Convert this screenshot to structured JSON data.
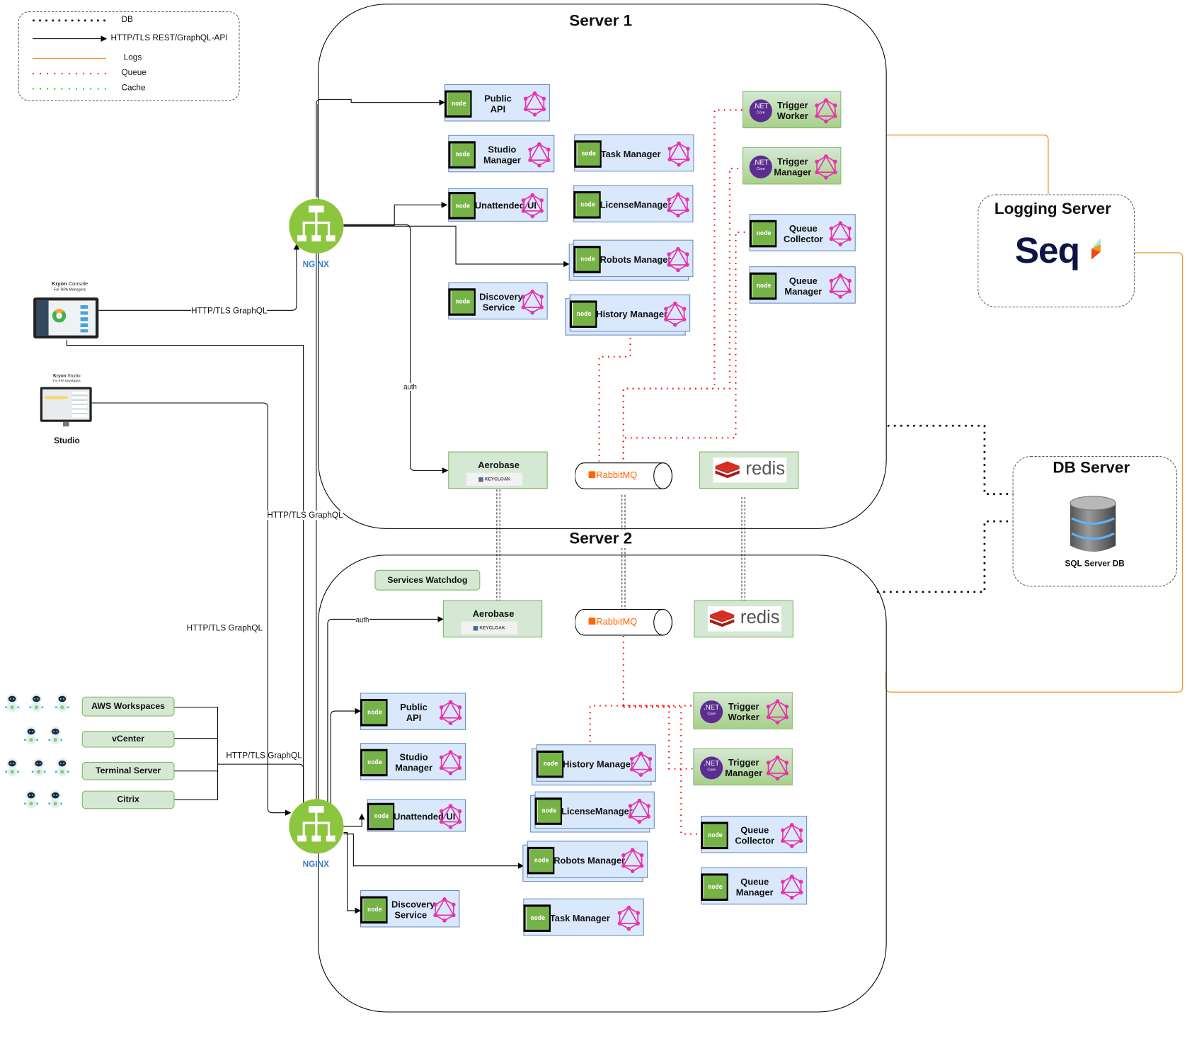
{
  "legend": {
    "items": [
      {
        "label": "DB",
        "style": "dotted-black"
      },
      {
        "label": "HTTP/TLS REST/GraphQL-API",
        "style": "arrow-black"
      },
      {
        "label": "Logs",
        "style": "solid-orange"
      },
      {
        "label": "Queue",
        "style": "dotted-red"
      },
      {
        "label": "Cache",
        "style": "dotted-green"
      }
    ]
  },
  "colors": {
    "logs": "#f0932b",
    "queue": "#ff0000",
    "cache": "#00cc00",
    "db": "#000000",
    "service_fill": "#dae8fc",
    "service_border": "#6c8ebf",
    "green_fill": "#d5e8d4",
    "green_border": "#82b366",
    "graphql": "#e535ab",
    "nginx": "#8cc63f",
    "nginx_label": "#3d7cc9"
  },
  "server1": {
    "title": "Server 1",
    "nginx_label": "NGINX",
    "services": {
      "public_api": "Public\nAPI",
      "studio_manager": "Studio\nManager",
      "unattended_ui": "Unattended UI",
      "discovery_service": "Discovery\nService",
      "task_manager": "Task Manager",
      "license_manager": "LicenseManager",
      "robots_manager": "Robots Manager",
      "history_manager": "History Manager",
      "trigger_worker": "Trigger\nWorker",
      "trigger_manager": "Trigger\nManager",
      "queue_collector": "Queue\nCollector",
      "queue_manager": "Queue\nManager"
    },
    "aerobase": "Aerobase",
    "keycloak": "KEYCLOAK",
    "rabbitmq": "RabbitMQ",
    "redis": "redis",
    "auth_label": "auth"
  },
  "server2": {
    "title": "Server 2",
    "nginx_label": "NGINX",
    "watchdog": "Services Watchdog",
    "services": {
      "public_api": "Public\nAPI",
      "studio_manager": "Studio\nManager",
      "unattended_ui": "Unattended UI",
      "discovery_service": "Discovery\nService",
      "history_manager": "History Manager",
      "license_manager": "LicenseManager",
      "robots_manager": "Robots Manager",
      "task_manager": "Task Manager",
      "trigger_worker": "Trigger\nWorker",
      "trigger_manager": "Trigger\nManager",
      "queue_collector": "Queue\nCollector",
      "queue_manager": "Queue\nManager"
    },
    "aerobase": "Aerobase",
    "keycloak": "KEYCLOAK",
    "rabbitmq": "RabbitMQ",
    "redis": "redis",
    "auth_label": "auth"
  },
  "logging_server": {
    "title": "Logging Server",
    "product": "Seq"
  },
  "db_server": {
    "title": "DB Server",
    "db_label": "SQL Server DB"
  },
  "clients": {
    "console": {
      "brand": "Kryon",
      "name": "Console",
      "sub": "For RPA Managers"
    },
    "studio": {
      "brand": "Kryon",
      "name": "Studio",
      "sub": "For RPA Developers",
      "label": "Studio"
    }
  },
  "edges": {
    "console_graphql": "HTTP/TLS GraphQL",
    "studio_graphql": "HTTP/TLS GraphQL",
    "console_graphql_s2": "HTTP/TLS GraphQL",
    "robots_graphql": "HTTP/TLS GraphQL"
  },
  "robot_envs": [
    "AWS Workspaces",
    "vCenter",
    "Terminal Server",
    "Citrix"
  ],
  "node_text": "node",
  "net_text": ".NET",
  "net_sub": "Core"
}
